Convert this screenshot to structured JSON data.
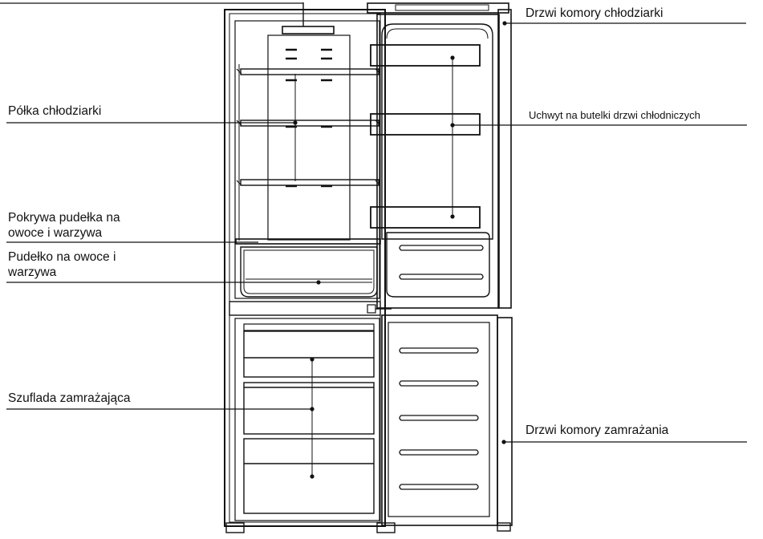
{
  "labels": {
    "fridge_door": "Drzwi komory chłodziarki",
    "fridge_shelf": "Półka chłodziarki",
    "bottle_holder": "Uchwyt na butelki drzwi chłodniczych",
    "crisper_cover_line1": "Pokrywa pudełka na",
    "crisper_cover_line2": "owoce i warzywa",
    "crisper_box_line1": "Pudełko na owoce i",
    "crisper_box_line2": "warzywa",
    "freezer_drawer": "Szuflada zamrażająca",
    "freezer_door": "Drzwi komory zamrażania"
  },
  "colors": {
    "line": "#111111",
    "background": "#ffffff"
  }
}
